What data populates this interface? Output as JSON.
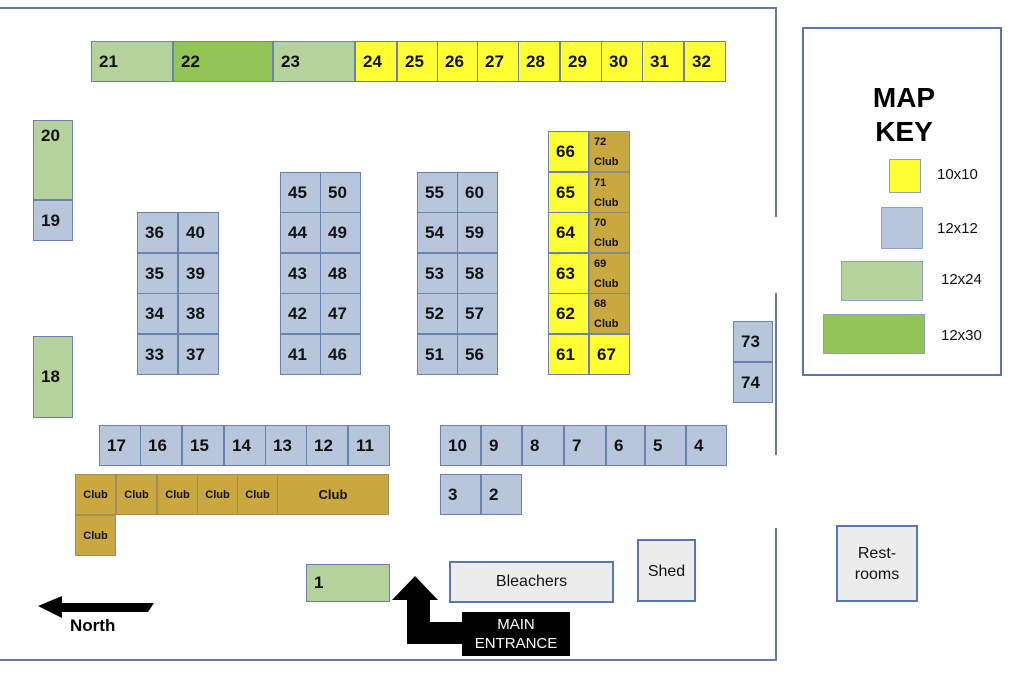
{
  "booths": [
    {
      "label": "21",
      "type": "12x24"
    },
    {
      "label": "22",
      "type": "12x30"
    },
    {
      "label": "23",
      "type": "12x24"
    },
    {
      "label": "24",
      "type": "10x10"
    },
    {
      "label": "25",
      "type": "10x10"
    },
    {
      "label": "26",
      "type": "10x10"
    },
    {
      "label": "27",
      "type": "10x10"
    },
    {
      "label": "28",
      "type": "10x10"
    },
    {
      "label": "29",
      "type": "10x10"
    },
    {
      "label": "30",
      "type": "10x10"
    },
    {
      "label": "31",
      "type": "10x10"
    },
    {
      "label": "32",
      "type": "10x10"
    },
    {
      "label": "20",
      "type": "12x24"
    },
    {
      "label": "19",
      "type": "12x12"
    },
    {
      "label": "18",
      "type": "12x24"
    },
    {
      "label": "36",
      "type": "12x12"
    },
    {
      "label": "35",
      "type": "12x12"
    },
    {
      "label": "34",
      "type": "12x12"
    },
    {
      "label": "33",
      "type": "12x12"
    },
    {
      "label": "40",
      "type": "12x12"
    },
    {
      "label": "39",
      "type": "12x12"
    },
    {
      "label": "38",
      "type": "12x12"
    },
    {
      "label": "37",
      "type": "12x12"
    },
    {
      "label": "45",
      "type": "12x12"
    },
    {
      "label": "44",
      "type": "12x12"
    },
    {
      "label": "43",
      "type": "12x12"
    },
    {
      "label": "42",
      "type": "12x12"
    },
    {
      "label": "41",
      "type": "12x12"
    },
    {
      "label": "50",
      "type": "12x12"
    },
    {
      "label": "49",
      "type": "12x12"
    },
    {
      "label": "48",
      "type": "12x12"
    },
    {
      "label": "47",
      "type": "12x12"
    },
    {
      "label": "46",
      "type": "12x12"
    },
    {
      "label": "55",
      "type": "12x12"
    },
    {
      "label": "54",
      "type": "12x12"
    },
    {
      "label": "53",
      "type": "12x12"
    },
    {
      "label": "52",
      "type": "12x12"
    },
    {
      "label": "51",
      "type": "12x12"
    },
    {
      "label": "60",
      "type": "12x12"
    },
    {
      "label": "59",
      "type": "12x12"
    },
    {
      "label": "58",
      "type": "12x12"
    },
    {
      "label": "57",
      "type": "12x12"
    },
    {
      "label": "56",
      "type": "12x12"
    },
    {
      "label": "66",
      "type": "10x10"
    },
    {
      "label": "65",
      "type": "10x10"
    },
    {
      "label": "64",
      "type": "10x10"
    },
    {
      "label": "63",
      "type": "10x10"
    },
    {
      "label": "62",
      "type": "10x10"
    },
    {
      "label": "61",
      "type": "10x10"
    },
    {
      "label": "72 Club",
      "type": "club2"
    },
    {
      "label": "71 Club",
      "type": "club2"
    },
    {
      "label": "70 Club",
      "type": "club2"
    },
    {
      "label": "69 Club",
      "type": "club2"
    },
    {
      "label": "68 Club",
      "type": "club2"
    },
    {
      "label": "67",
      "type": "10x10"
    },
    {
      "label": "73",
      "type": "12x12"
    },
    {
      "label": "74",
      "type": "12x12"
    },
    {
      "label": "17",
      "type": "12x12"
    },
    {
      "label": "16",
      "type": "12x12"
    },
    {
      "label": "15",
      "type": "12x12"
    },
    {
      "label": "14",
      "type": "12x12"
    },
    {
      "label": "13",
      "type": "12x12"
    },
    {
      "label": "12",
      "type": "12x12"
    },
    {
      "label": "11",
      "type": "12x12"
    },
    {
      "label": "10",
      "type": "12x12"
    },
    {
      "label": "9",
      "type": "12x12"
    },
    {
      "label": "8",
      "type": "12x12"
    },
    {
      "label": "7",
      "type": "12x12"
    },
    {
      "label": "6",
      "type": "12x12"
    },
    {
      "label": "5",
      "type": "12x12"
    },
    {
      "label": "4",
      "type": "12x12"
    },
    {
      "label": "3",
      "type": "12x12"
    },
    {
      "label": "2",
      "type": "12x12"
    },
    {
      "label": "Club",
      "type": "club"
    },
    {
      "label": "Club",
      "type": "club"
    },
    {
      "label": "Club",
      "type": "club"
    },
    {
      "label": "Club",
      "type": "club"
    },
    {
      "label": "Club",
      "type": "club"
    },
    {
      "label": "Club",
      "type": "club"
    },
    {
      "label": "Club",
      "type": "club"
    },
    {
      "label": "1",
      "type": "12x24"
    }
  ],
  "facilities": {
    "bleachers": "Bleachers",
    "shed": "Shed",
    "restrooms": "Rest-\nrooms"
  },
  "key": {
    "title": "MAP KEY",
    "items": [
      {
        "label": "10x10",
        "color": "#ffff33"
      },
      {
        "label": "12x12",
        "color": "#b8c6dc"
      },
      {
        "label": "12x24",
        "color": "#b6d29c"
      },
      {
        "label": "12x30",
        "color": "#93c456"
      }
    ]
  },
  "north_label": "North",
  "entrance_label": "MAIN ENTRANCE"
}
